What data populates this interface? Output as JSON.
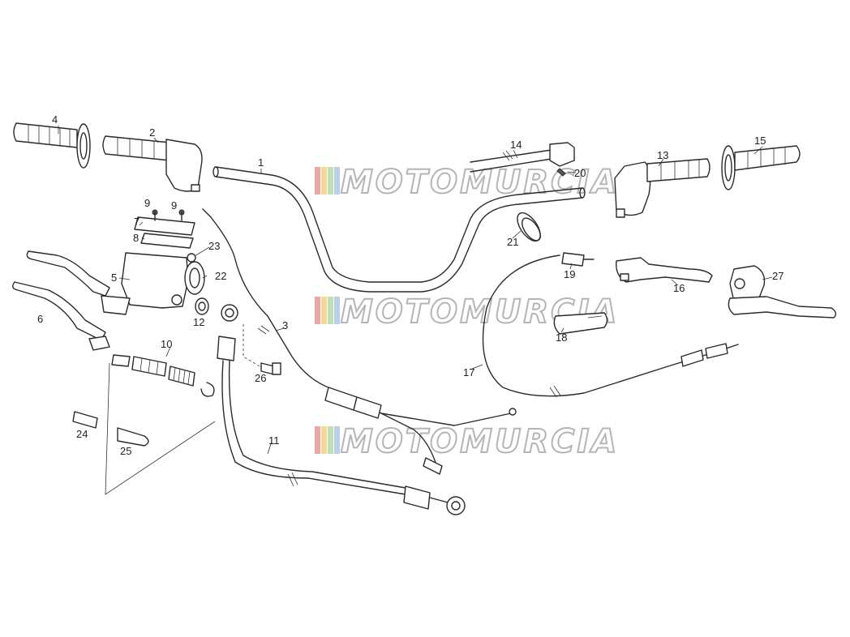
{
  "watermark": {
    "text": "MOTOMURCIA",
    "stripe_colors": [
      "#e9a7a7",
      "#f3d9a0",
      "#bfe0b5",
      "#b9cfe8"
    ]
  },
  "part_labels": [
    "1",
    "2",
    "3",
    "4",
    "5",
    "6",
    "7",
    "8",
    "9",
    "9",
    "10",
    "11",
    "12",
    "13",
    "14",
    "15",
    "16",
    "17",
    "18",
    "19",
    "20",
    "21",
    "22",
    "23",
    "24",
    "25",
    "26",
    "27"
  ],
  "icons": [
    "handlebar-icon",
    "grip-icon",
    "throttle-grip-icon",
    "brake-lever-icon",
    "master-cylinder-icon",
    "brake-hose-icon",
    "cable-icon",
    "switch-icon",
    "clamp-icon",
    "bolt-icon",
    "piston-kit-icon"
  ]
}
